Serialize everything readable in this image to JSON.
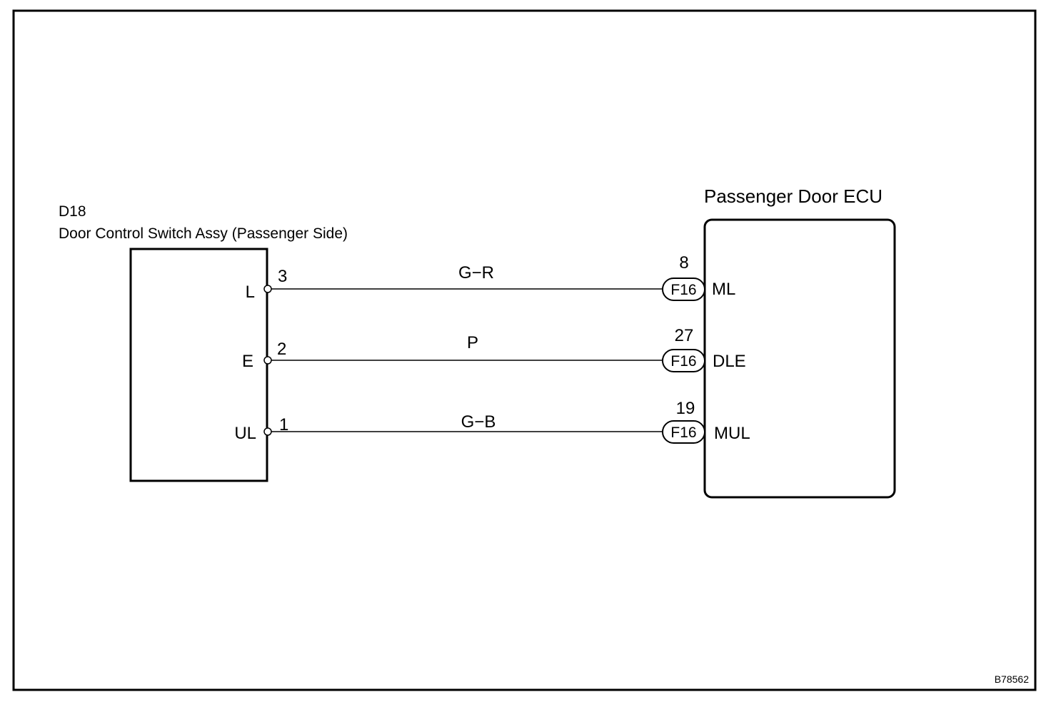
{
  "figure_id": "B78562",
  "left_component": {
    "code": "D18",
    "name": "Door Control Switch Assy (Passenger Side)",
    "pins": [
      {
        "label": "L",
        "number": "3"
      },
      {
        "label": "E",
        "number": "2"
      },
      {
        "label": "UL",
        "number": "1"
      }
    ]
  },
  "right_component": {
    "name": "Passenger Door ECU",
    "pins": [
      {
        "label": "ML",
        "number": "8",
        "connector": "F16"
      },
      {
        "label": "DLE",
        "number": "27",
        "connector": "F16"
      },
      {
        "label": "MUL",
        "number": "19",
        "connector": "F16"
      }
    ]
  },
  "wires": [
    {
      "color_code": "G−R"
    },
    {
      "color_code": "P"
    },
    {
      "color_code": "G−B"
    }
  ]
}
